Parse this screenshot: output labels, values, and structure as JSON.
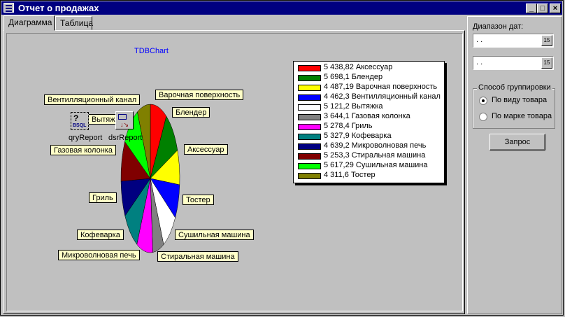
{
  "window": {
    "title": "Отчет о продажах",
    "minimize_label": "_",
    "maximize_label": "□",
    "close_label": "×"
  },
  "tabs": [
    {
      "label": "Диаграмма",
      "active": true
    },
    {
      "label": "Таблица",
      "active": false
    }
  ],
  "chart": {
    "component_name": "TDBChart",
    "query_component": "qryReport",
    "query_badge": "BSQL",
    "datasource_component": "dsrReport",
    "overlapped_label": "Вытяж"
  },
  "chart_data": {
    "type": "pie",
    "title": "TDBChart",
    "slices": [
      {
        "label": "Аксессуар",
        "value": 5438.82,
        "value_text": "5 438,82",
        "color": "#ff0000"
      },
      {
        "label": "Блендер",
        "value": 5698.1,
        "value_text": "5 698,1",
        "color": "#008000"
      },
      {
        "label": "Варочная поверхность",
        "value": 4487.19,
        "value_text": "4 487,19",
        "color": "#ffff00"
      },
      {
        "label": "Вентилляционный канал",
        "value": 4462.3,
        "value_text": "4 462,3",
        "color": "#0000ff"
      },
      {
        "label": "Вытяжка",
        "value": 5121.2,
        "value_text": "5 121,2",
        "color": "#ffffff"
      },
      {
        "label": "Газовая колонка",
        "value": 3644.1,
        "value_text": "3 644,1",
        "color": "#808080"
      },
      {
        "label": "Гриль",
        "value": 5278.4,
        "value_text": "5 278,4",
        "color": "#ff00ff"
      },
      {
        "label": "Кофеварка",
        "value": 5327.9,
        "value_text": "5 327,9",
        "color": "#008080"
      },
      {
        "label": "Микроволновая печь",
        "value": 4639.2,
        "value_text": "4 639,2",
        "color": "#000080"
      },
      {
        "label": "Стиральная машина",
        "value": 5253.3,
        "value_text": "5 253,3",
        "color": "#800000"
      },
      {
        "label": "Сушильная машина",
        "value": 5617.29,
        "value_text": "5 617,29",
        "color": "#00ff00"
      },
      {
        "label": "Тостер",
        "value": 4311.6,
        "value_text": "4 311,6",
        "color": "#808000"
      }
    ]
  },
  "sidebar": {
    "date_range_label": "Диапазон дат:",
    "date_from_value": " . .",
    "date_to_value": " . .",
    "calendar_button_label": "15",
    "grouping_title": "Способ группировки",
    "group_options": [
      {
        "label": "По виду товара",
        "selected": true
      },
      {
        "label": "По марке товара",
        "selected": false
      }
    ],
    "query_button_label": "Запрос"
  }
}
